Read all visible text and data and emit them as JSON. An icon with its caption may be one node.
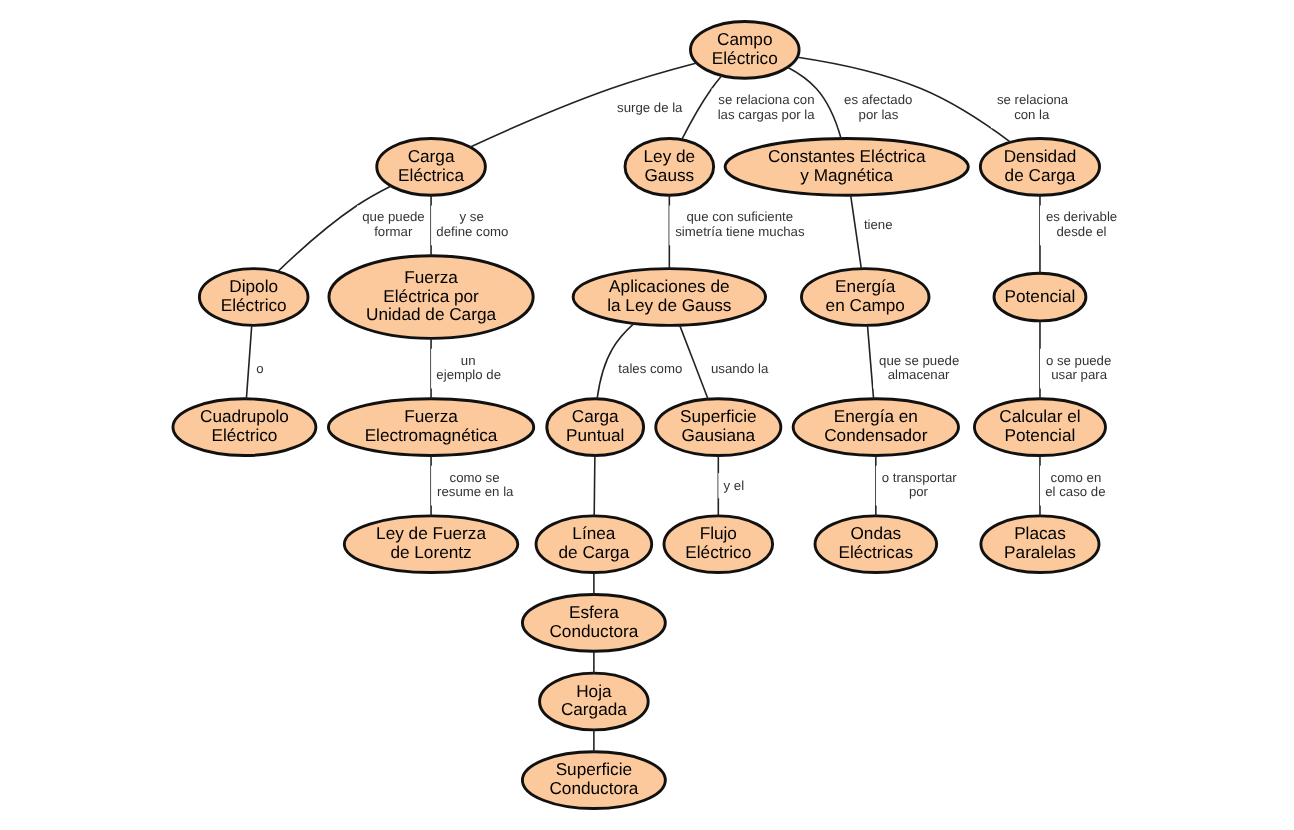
{
  "diagram": {
    "nodes": [
      {
        "text": [
          "Campo Eléctrico"
        ]
      },
      {
        "text": [
          "Carga Eléctrica"
        ]
      },
      {
        "text": [
          "Ley de Gauss"
        ]
      },
      {
        "text": [
          "Dipolo Eléctrico"
        ]
      },
      {
        "text": [
          "Cuadrupolo Eléctrico"
        ]
      },
      {
        "text": [
          "Constantes Eléctrica y Magnética"
        ]
      },
      {
        "text": [
          "Densidad de Carga"
        ]
      },
      {
        "text": [
          "Aplicaciones de la Ley de Gauss"
        ]
      },
      {
        "text": [
          "Fuerza Eléctrica por Unidad de Carga"
        ]
      },
      {
        "text": [
          "Potencial"
        ]
      },
      {
        "text": [
          "Carga Puntual"
        ]
      },
      {
        "text": [
          "Energía en Campo"
        ]
      },
      {
        "text": [
          "Superficie Gausiana"
        ]
      },
      {
        "text": [
          "Línea de Carga"
        ]
      },
      {
        "text": [
          "Calcular el Potencial"
        ]
      },
      {
        "text": [
          "Fuerza Electromagnética"
        ]
      },
      {
        "text": [
          "Flujo Eléctrico"
        ]
      },
      {
        "text": [
          "Energía en Condensador"
        ]
      },
      {
        "text": [
          "Esfera Conductora"
        ]
      },
      {
        "text": [
          "Placas Paralelas"
        ]
      },
      {
        "text": [
          "Ley de Fuerza de Lorentz"
        ]
      },
      {
        "text": [
          "Hoja Cargada"
        ]
      },
      {
        "text": [
          "Ondas Eléctricas"
        ]
      },
      {
        "text": [
          "Superficie Conductora"
        ]
      }
    ],
    "edges": [
      {
        "from": 0,
        "to": 1,
        "arrow": "none",
        "label": "surge de la"
      },
      {
        "from": 0,
        "to": 2,
        "arrow": "none",
        "label": "se relaciona con las cargas por la"
      },
      {
        "from": 0,
        "to": 5,
        "arrow": "none",
        "label": "es afectado por las"
      },
      {
        "from": 0,
        "to": 6,
        "arrow": "none",
        "label": "se relaciona con la"
      },
      {
        "from": 1,
        "to": 3,
        "arrow": "none",
        "label": "que puede formar"
      },
      {
        "from": 3,
        "to": 4,
        "arrow": "none",
        "label": "o"
      },
      {
        "from": 1,
        "to": 8,
        "arrow": "none",
        "label": "y se define como"
      },
      {
        "from": 2,
        "to": 7,
        "arrow": "none",
        "label": "que con suficiente simetría tiene muchas"
      },
      {
        "from": 5,
        "to": 11,
        "arrow": "none",
        "label": "tiene"
      },
      {
        "from": 6,
        "to": 9,
        "arrow": "none",
        "label": "es derivable desde el"
      },
      {
        "from": 9,
        "to": 14,
        "arrow": "none",
        "label": "o se puede usar para"
      },
      {
        "from": 14,
        "to": 19,
        "arrow": "none",
        "label": "como en el caso de"
      },
      {
        "from": 7,
        "to": 12,
        "arrow": "none",
        "label": "usando la"
      },
      {
        "from": 12,
        "to": 16,
        "arrow": "none",
        "label": "y el"
      },
      {
        "from": 7,
        "to": 10,
        "arrow": "none",
        "label": "tales como"
      },
      {
        "from": 10,
        "to": 13,
        "arrow": "none"
      },
      {
        "from": 13,
        "to": 18,
        "arrow": "none"
      },
      {
        "from": 18,
        "to": 21,
        "arrow": "none"
      },
      {
        "from": 21,
        "to": 23,
        "arrow": "none"
      },
      {
        "from": 8,
        "to": 15,
        "arrow": "none",
        "label": "un ejemplo de"
      },
      {
        "from": 15,
        "to": 20,
        "arrow": "none",
        "label": "como se resume en la"
      },
      {
        "from": 11,
        "to": 17,
        "arrow": "none",
        "label": "que se puede almacenar"
      },
      {
        "from": 17,
        "to": 22,
        "arrow": "none",
        "label": "o transportar por"
      }
    ]
  }
}
